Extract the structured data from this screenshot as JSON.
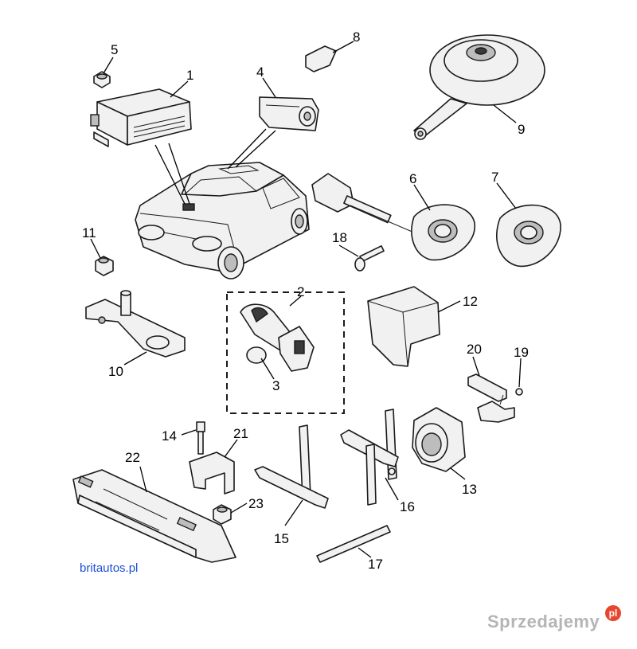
{
  "callouts": {
    "c1": "1",
    "c2": "2",
    "c3": "3",
    "c4": "4",
    "c5": "5",
    "c6": "6",
    "c7": "7",
    "c8": "8",
    "c9": "9",
    "c10": "10",
    "c11": "11",
    "c12": "12",
    "c13": "13",
    "c14": "14",
    "c15": "15",
    "c16": "16",
    "c17": "17",
    "c18": "18",
    "c19": "19",
    "c20": "20",
    "c21": "21",
    "c22": "22",
    "c23": "23"
  },
  "credit": "britautos.pl",
  "watermark": {
    "text": "Sprzedajemy",
    "badge": "pl"
  },
  "colors": {
    "credit": "#1a4fd8",
    "line": "#1a1a1a",
    "watermark_badge": "#e8452e"
  }
}
